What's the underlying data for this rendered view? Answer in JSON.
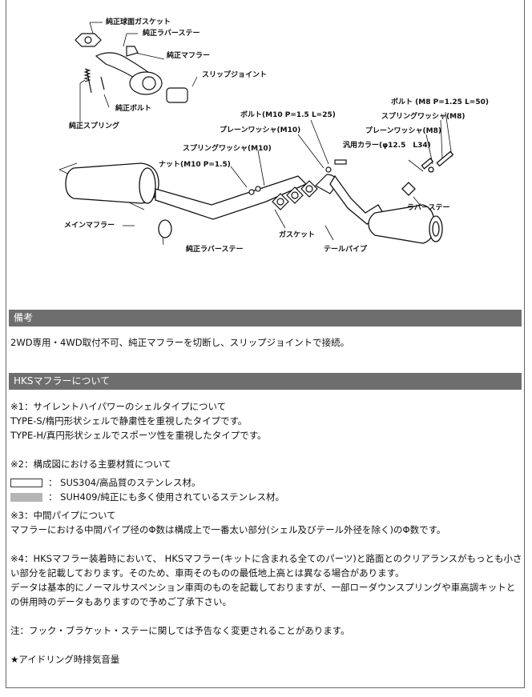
{
  "diagram": {
    "labels": {
      "oem_gasket": "純正球面ガスケット",
      "oem_rubber_stay_top": "純正ラバーステー",
      "oem_muffler": "純正マフラー",
      "slip_joint": "スリップジョイント",
      "oem_bolt": "純正ボルト",
      "oem_spring": "純正スプリング",
      "bolt_m10": "ボルト(M10 P=1.5 L=25)",
      "plain_washer_m10": "プレーンワッシャ(M10)",
      "spring_washer_m10": "スプリングワッシャ(M10)",
      "nut_m10": "ナット(M10 P=1.5)",
      "main_muffler": "メインマフラー",
      "gasket": "ガスケット",
      "oem_rubber_stay_bottom": "純正ラバーステー",
      "tail_pipe": "テールパイプ",
      "bolt_m8": "ボルト (M8 P=1.25 L=50)",
      "spring_washer_m8": "スプリングワッシャ(M8)",
      "plain_washer_m8": "プレーンワッシャ(M8)",
      "collar": "汎用カラー(φ12.5　L34)",
      "rubber_stay": "ラバーステー"
    }
  },
  "remarks": {
    "header": "備考",
    "text": "2WD専用・4WD取付不可、純正マフラーを切断し、スリップジョイントで接続。"
  },
  "about": {
    "header": "HKSマフラーについて",
    "note1_title": "※1：サイレントハイパワーのシェルタイプについて",
    "note1_line1": "TYPE-S/楕円形状シェルで静粛性を重視したタイプです。",
    "note1_line2": "TYPE-H/真円形状シェルでスポーツ性を重視したタイプです。",
    "note2_title": "※2：構成図における主要材質について",
    "material_sus304": "：  SUS304/高品質のステンレス材。",
    "material_suh409": "：  SUH409/純正にも多く使用されているステンレス材。",
    "note3_title": "※3：中間パイプについて",
    "note3_text": "マフラーにおける中間パイプ径のΦ数は構成上で一番太い部分(シェル及びテール外径を除く)のΦ数です。",
    "note4_text1": "※4：HKSマフラー装着時において、 HKSマフラー(キットに含まれる全てのパーツ)と路面とのクリアランスがもっとも小さい部分を記載しております。そのため、車両そのものの最低地上高とは異なる場合があります。",
    "note4_text2": "データは基本的にノーマルサスペンション車両のものを記載しておりますが、一部ローダウンスプリングや車高調キットとの併用時のデータもありますので予めご了承下さい。",
    "note_hook": "注：フック・ブラケット・ステーに関しては予告なく変更されることがあります。",
    "idle_sound": "★アイドリング時排気音量"
  }
}
